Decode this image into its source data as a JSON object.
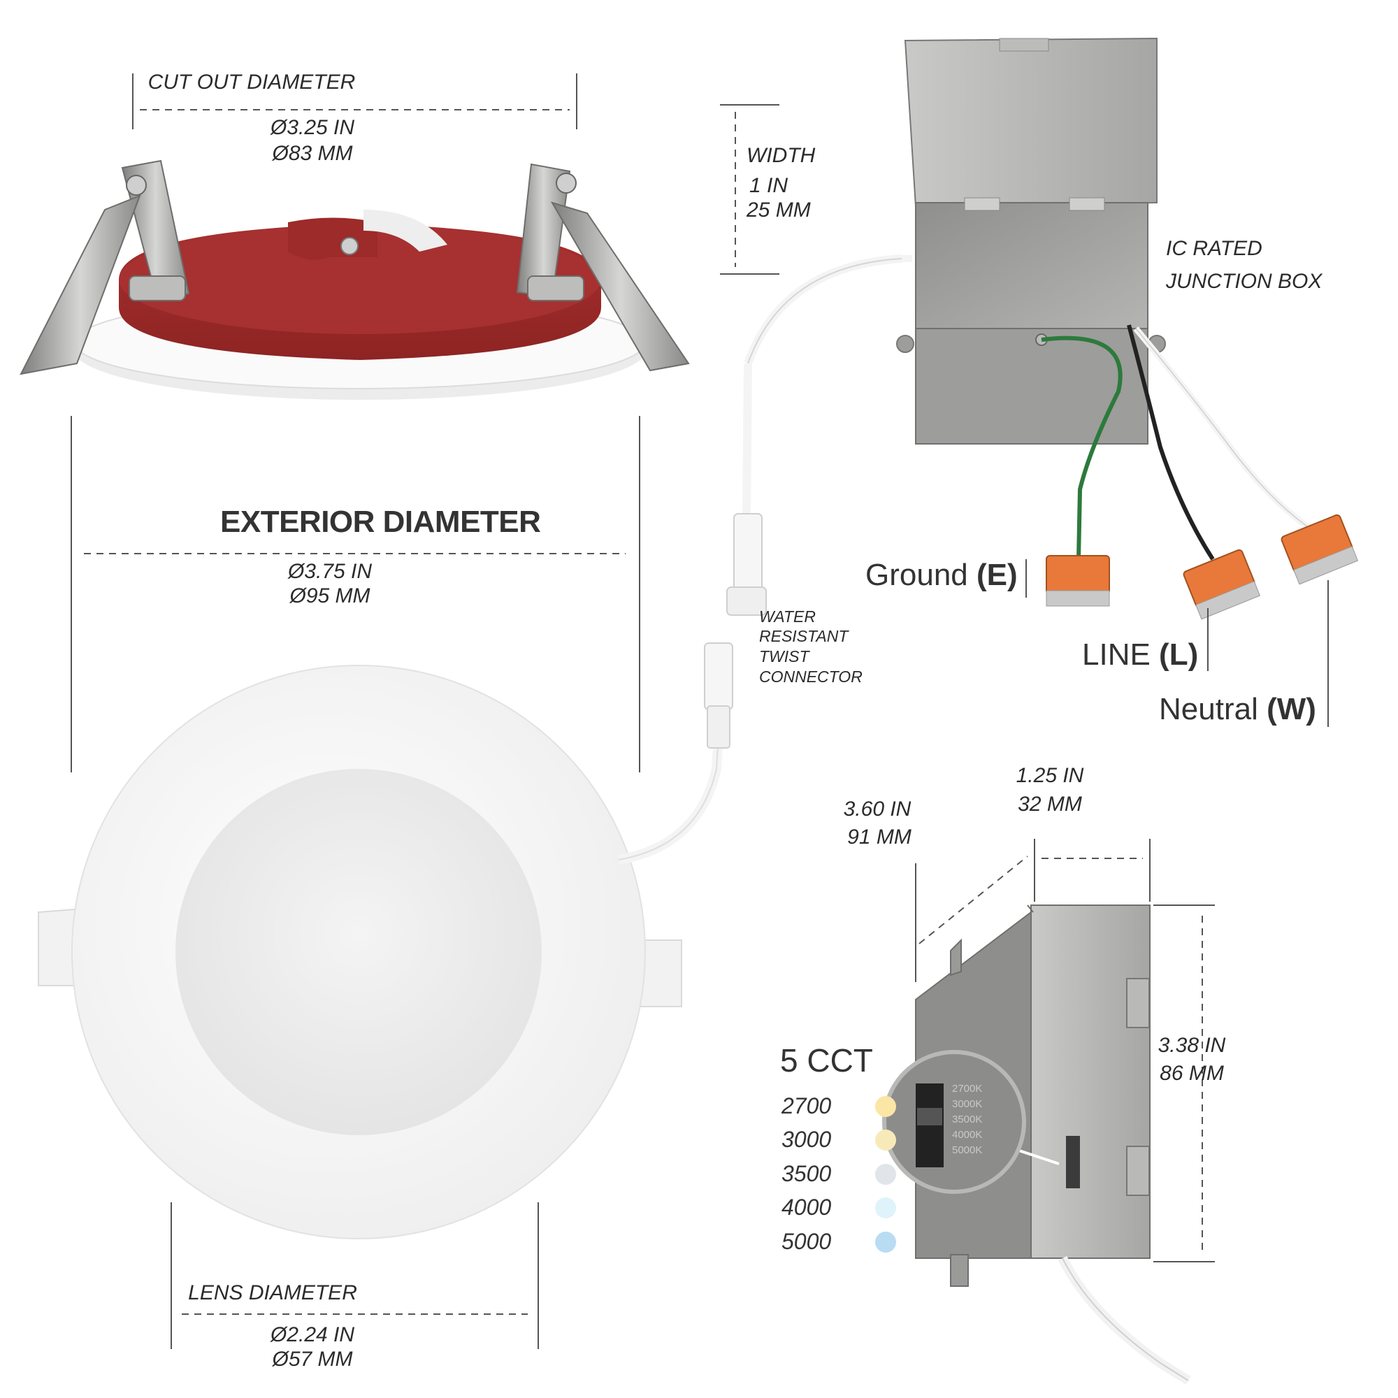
{
  "labels": {
    "cutout_title": "CUT OUT DIAMETER",
    "cutout_in": "Ø3.25 IN",
    "cutout_mm": "Ø83 MM",
    "width_title": "WIDTH",
    "width_in": "1 IN",
    "width_mm": "25 MM",
    "jbox_line1": "IC RATED",
    "jbox_line2": "JUNCTION BOX",
    "exterior_title": "EXTERIOR DIAMETER",
    "exterior_in": "Ø3.75 IN",
    "exterior_mm": "Ø95 MM",
    "connector_l1": "WATER",
    "connector_l2": "RESISTANT",
    "connector_l3": "TWIST",
    "connector_l4": "CONNECTOR",
    "lens_title": "LENS DIAMETER",
    "lens_in": "Ø2.24 IN",
    "lens_mm": "Ø57 MM",
    "box_depth_in": "1.25 IN",
    "box_depth_mm": "32 MM",
    "box_length_in": "3.60 IN",
    "box_length_mm": "91 MM",
    "box_height_in": "3.38 IN",
    "box_height_mm": "86 MM"
  },
  "wires": {
    "ground": {
      "name": "Ground ",
      "code": "(E)"
    },
    "line": {
      "name": "LINE ",
      "code": "(L)"
    },
    "neutral": {
      "name": "Neutral ",
      "code": "(W)"
    }
  },
  "cct": {
    "title": "5 CCT",
    "options": [
      {
        "value": "2700",
        "color": "#fbe6a6"
      },
      {
        "value": "3000",
        "color": "#f8eab8"
      },
      {
        "value": "3500",
        "color": "#e0e5ea"
      },
      {
        "value": "4000",
        "color": "#dff3fb"
      },
      {
        "value": "5000",
        "color": "#b9dcf3"
      }
    ],
    "switch_labels": [
      "2700K",
      "3000K",
      "3500K",
      "4000K",
      "5000K"
    ]
  },
  "colors": {
    "firestop_red": "#a8302f",
    "steel": "#9a9a98",
    "wire_ground": "#2d7a3c",
    "connector_orange": "#e8793a"
  }
}
